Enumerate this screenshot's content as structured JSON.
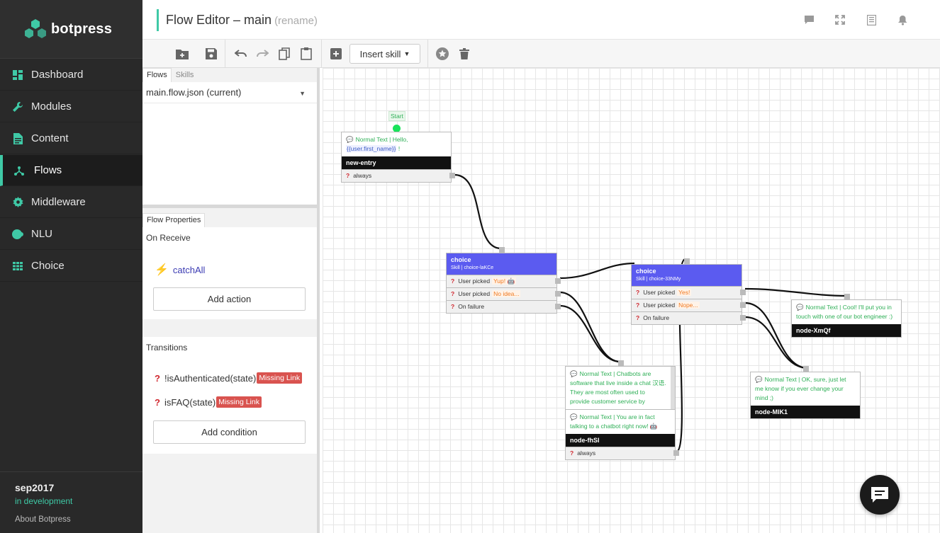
{
  "app": {
    "brand": "botpress"
  },
  "sidebar": {
    "items": [
      {
        "label": "Dashboard",
        "icon": "dashboard-icon"
      },
      {
        "label": "Modules",
        "icon": "wrench-icon"
      },
      {
        "label": "Content",
        "icon": "document-icon"
      },
      {
        "label": "Flows",
        "icon": "flows-icon",
        "active": true
      },
      {
        "label": "Middleware",
        "icon": "gear-icon"
      },
      {
        "label": "NLU",
        "icon": "toggle-icon"
      },
      {
        "label": "Choice",
        "icon": "grid-icon"
      }
    ],
    "project": {
      "name": "sep2017",
      "env": "in development",
      "about": "About Botpress"
    }
  },
  "header": {
    "title": "Flow Editor – main",
    "rename": "(rename)"
  },
  "toolbar": {
    "insert_skill": "Insert skill"
  },
  "left": {
    "tabs": [
      "Flows",
      "Skills"
    ],
    "flow_selected": "main.flow.json (current)",
    "props_tab": "Flow Properties",
    "on_receive": "On Receive",
    "catch_all": "catchAll",
    "add_action": "Add action",
    "transitions": "Transitions",
    "conditions": [
      {
        "text": "!isAuthenticated(state)",
        "badge": "Missing Link"
      },
      {
        "text": "isFAQ(state)",
        "badge": "Missing Link"
      }
    ],
    "add_condition": "Add condition"
  },
  "canvas": {
    "start": "Start",
    "entry": {
      "content_prefix": "Normal Text | Hello,",
      "content_var": "{{user.first_name}}",
      "content_suffix": "!",
      "name": "new-entry",
      "row": "always"
    },
    "choice1": {
      "title": "choice",
      "sub": "Skill | choice-laKCe",
      "rows": [
        {
          "label": "User picked",
          "value": "Yup! 🤖"
        },
        {
          "label": "User picked",
          "value": "No idea..."
        },
        {
          "label": "On failure"
        }
      ]
    },
    "choice2": {
      "title": "choice",
      "sub": "Skill | choice-33NMy",
      "rows": [
        {
          "label": "User picked",
          "value": "Yes!"
        },
        {
          "label": "User picked",
          "value": "Nope..."
        },
        {
          "label": "On failure"
        }
      ]
    },
    "fhsi": {
      "content1": "Normal Text | Chatbots are software that live inside a chat 汉语. They are most often used to provide customer service by",
      "content2": "Normal Text | You are in fact talking to a chatbot right now! 🤖",
      "name": "node-fhSI",
      "row": "always"
    },
    "xmqf": {
      "content": "Normal Text | Cool! I'll put you in touch with one of our bot engineer :)",
      "name": "node-XmQf"
    },
    "mik1": {
      "content": "Normal Text | OK, sure, just let me know if you ever change your mind ;)",
      "name": "node-MIK1"
    }
  },
  "colors": {
    "accent": "#3fc9a6",
    "skill": "#5b5bf0",
    "missing": "#d9534f"
  }
}
